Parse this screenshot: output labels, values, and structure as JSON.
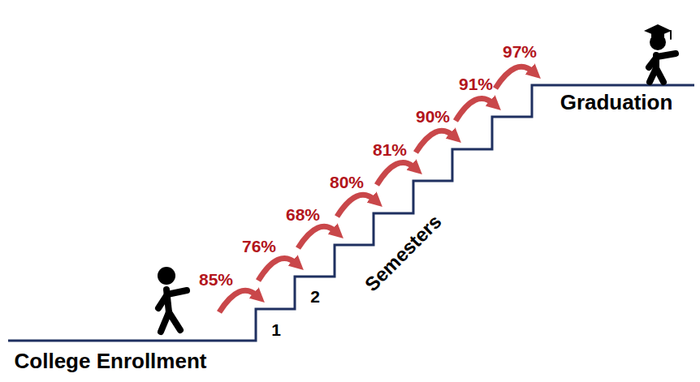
{
  "diagram": {
    "labels": [
      "College Enrollment",
      "85%",
      "76%",
      "68%",
      "80%",
      "81%",
      "90%",
      "91%",
      "97%",
      "1",
      "2",
      "Semesters",
      "Graduation"
    ]
  }
}
